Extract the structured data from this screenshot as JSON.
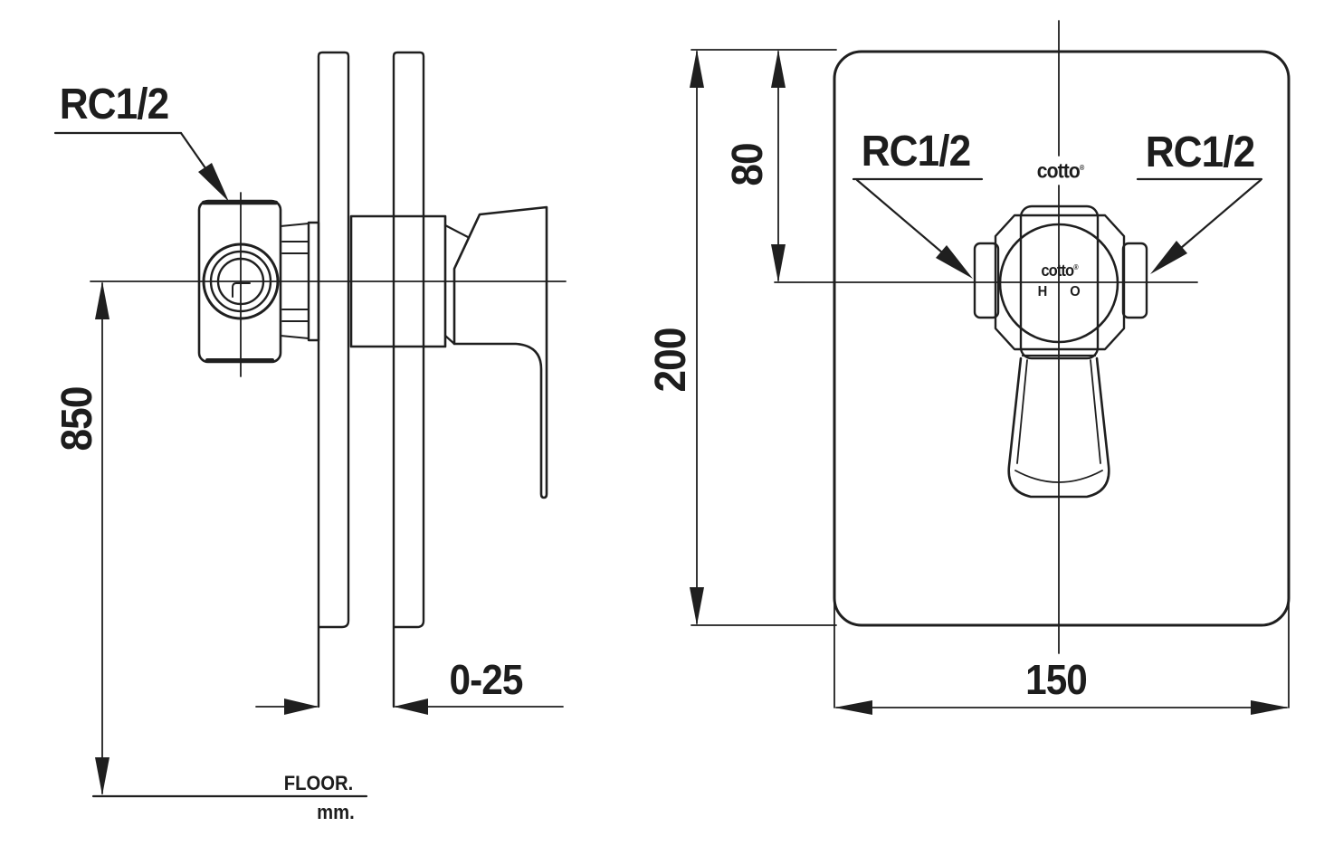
{
  "title": "Concealed shower mixer installation drawing",
  "left_view": {
    "labels": {
      "connection": "RC1/2",
      "height_from_floor": "850",
      "wall_thickness_range": "0-25",
      "floor_ref": "FLOOR.",
      "units": "mm."
    }
  },
  "right_view": {
    "labels": {
      "connection_left": "RC1/2",
      "connection_right": "RC1/2",
      "plate_height": "200",
      "inlet_offset": "80",
      "plate_width": "150",
      "brand_top": "cotto",
      "brand_mark": "®",
      "brand_center": "cotto",
      "hot_indicator": "H",
      "cold_indicator": "O"
    }
  },
  "colors": {
    "line": "#1f1f1f",
    "background": "#ffffff"
  }
}
